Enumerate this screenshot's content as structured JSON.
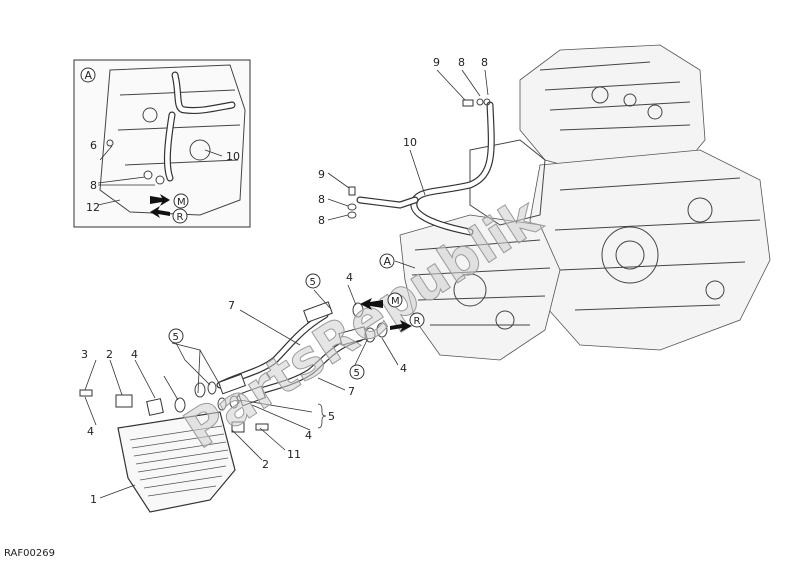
{
  "diagram": {
    "drawing_code": "RAF00269",
    "watermark": "PartsRepublik",
    "inset": {
      "view_letter": "A",
      "labels": {
        "n6": "6",
        "n8": "8",
        "n10": "10",
        "n12": "12"
      },
      "arrow_M": "M",
      "arrow_R": "R"
    },
    "main": {
      "view_letter": "A",
      "arrow_M": "M",
      "arrow_R": "R",
      "labels": {
        "top9": "9",
        "top8a": "8",
        "top8b": "8",
        "n10": "10",
        "mid9": "9",
        "mid8a": "8",
        "mid8b": "8",
        "c5a": "5",
        "n4a": "4",
        "c5b": "5",
        "n4b": "4",
        "n7a": "7",
        "n7b": "7",
        "c5c": "5",
        "n3": "3",
        "n2a": "2",
        "n4c": "4",
        "n4d": "4",
        "n5": "5",
        "n4e": "4",
        "n11": "11",
        "n2b": "2",
        "n1": "1"
      }
    }
  },
  "colors": {
    "line": "#333333",
    "watermark": "#cfcfcf",
    "background": "#ffffff"
  }
}
